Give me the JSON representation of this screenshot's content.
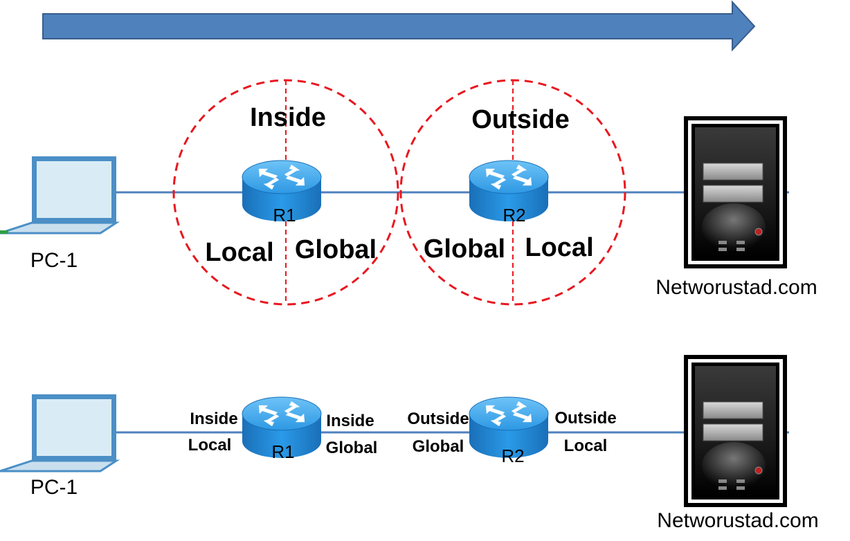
{
  "top": {
    "zones": {
      "inside": "Inside",
      "outside": "Outside"
    },
    "r1": {
      "name": "R1",
      "left_label": "Local",
      "right_label": "Global"
    },
    "r2": {
      "name": "R2",
      "left_label": "Global",
      "right_label": "Local"
    },
    "pc_label": "PC-1",
    "server_label": "Networustad.com"
  },
  "bottom": {
    "r1": {
      "name": "R1"
    },
    "r2": {
      "name": "R2"
    },
    "labels": {
      "inside_local": [
        "Inside",
        "Local"
      ],
      "inside_global": [
        "Inside",
        "Global"
      ],
      "outside_global": [
        "Outside",
        "Global"
      ],
      "outside_local": [
        "Outside",
        "Local"
      ]
    },
    "pc_label": "PC-1",
    "server_label": "Networustad.com"
  },
  "colors": {
    "arrow": "#4f81bd",
    "arrow_border": "#385d8a",
    "link": "#4f81bd",
    "zone_dash": "#e8171f",
    "router_body": "#1f8fde",
    "router_top": "#4fb0f0",
    "laptop_screen": "#d9ecf6",
    "laptop_frame": "#4b8fc6",
    "server": "#111111"
  }
}
